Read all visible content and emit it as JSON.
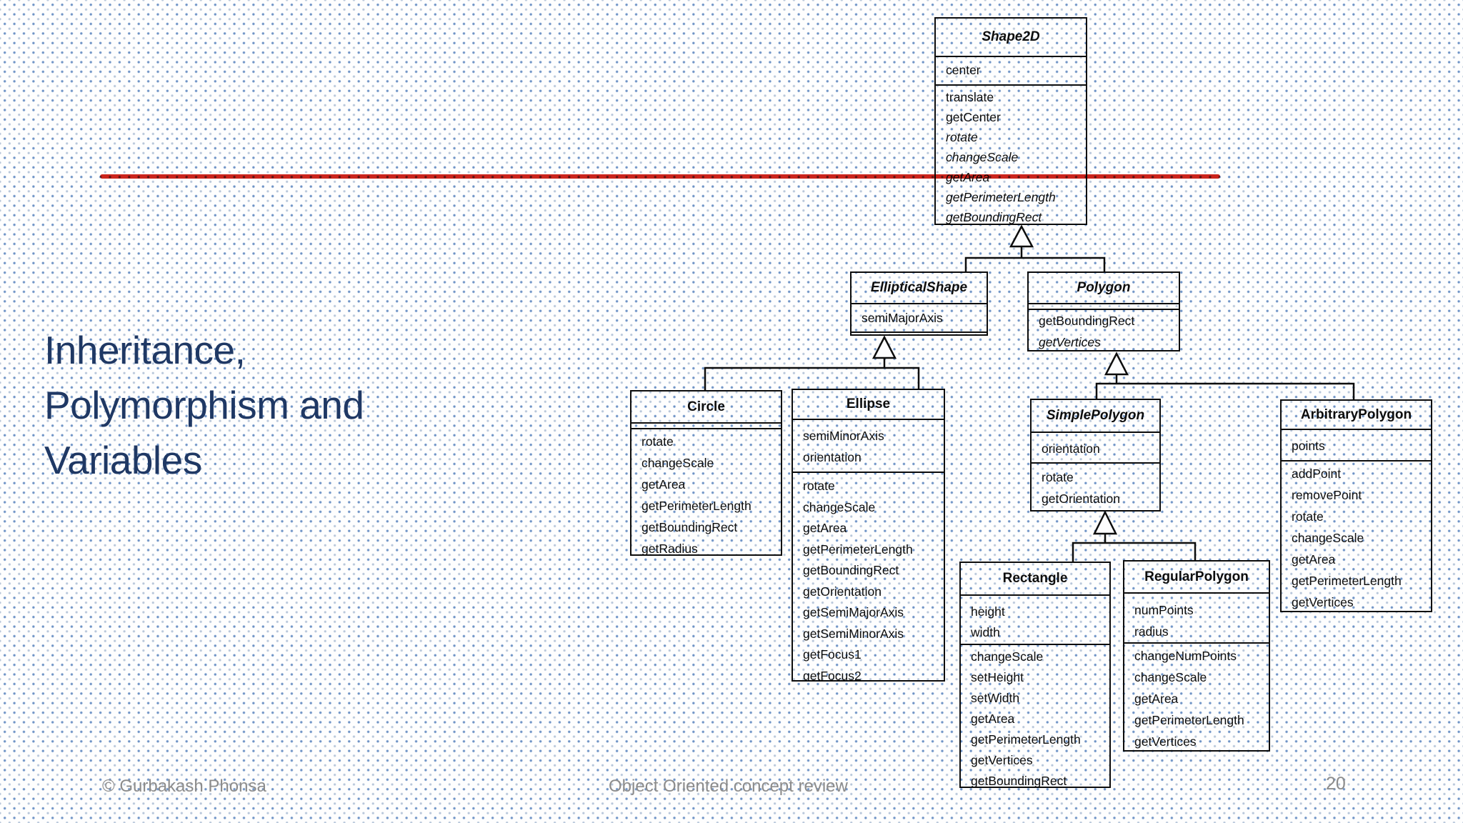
{
  "slide": {
    "title_lines": [
      "Inheritance,",
      "Polymorphism and",
      "Variables"
    ],
    "title_color": "#1f3864",
    "accent_red": "#cc241c",
    "footer_left": "© Gurbakash Phonsa",
    "footer_center": "Object Oriented concept review",
    "page_number": "20"
  },
  "diagram": {
    "classes": [
      {
        "id": "shape2d",
        "name": "Shape2D",
        "abstract": true,
        "attributes": [
          {
            "name": "center"
          }
        ],
        "methods": [
          {
            "name": "translate"
          },
          {
            "name": "getCenter"
          },
          {
            "name": "rotate",
            "abstract": true
          },
          {
            "name": "changeScale",
            "abstract": true
          },
          {
            "name": "getArea",
            "abstract": true
          },
          {
            "name": "getPerimeterLength",
            "abstract": true
          },
          {
            "name": "getBoundingRect",
            "abstract": true
          }
        ]
      },
      {
        "id": "ellipticalshape",
        "name": "EllipticalShape",
        "abstract": true,
        "attributes": [
          {
            "name": "semiMajorAxis"
          }
        ],
        "methods": []
      },
      {
        "id": "polygon",
        "name": "Polygon",
        "abstract": true,
        "attributes": [],
        "methods": [
          {
            "name": "getBoundingRect"
          },
          {
            "name": "getVertices",
            "abstract": true
          }
        ]
      },
      {
        "id": "circle",
        "name": "Circle",
        "abstract": false,
        "attributes": [],
        "methods": [
          {
            "name": "rotate"
          },
          {
            "name": "changeScale"
          },
          {
            "name": "getArea"
          },
          {
            "name": "getPerimeterLength"
          },
          {
            "name": "getBoundingRect"
          },
          {
            "name": "getRadius"
          }
        ]
      },
      {
        "id": "ellipse",
        "name": "Ellipse",
        "abstract": false,
        "attributes": [
          {
            "name": "semiMinorAxis"
          },
          {
            "name": "orientation"
          }
        ],
        "methods": [
          {
            "name": "rotate"
          },
          {
            "name": "changeScale"
          },
          {
            "name": "getArea"
          },
          {
            "name": "getPerimeterLength"
          },
          {
            "name": "getBoundingRect"
          },
          {
            "name": "getOrientation"
          },
          {
            "name": "getSemiMajorAxis"
          },
          {
            "name": "getSemiMinorAxis"
          },
          {
            "name": "getFocus1"
          },
          {
            "name": "getFocus2"
          }
        ]
      },
      {
        "id": "simplepolygon",
        "name": "SimplePolygon",
        "abstract": true,
        "attributes": [
          {
            "name": "orientation"
          }
        ],
        "methods": [
          {
            "name": "rotate"
          },
          {
            "name": "getOrientation"
          }
        ]
      },
      {
        "id": "arbitrarypolygon",
        "name": "ArbitraryPolygon",
        "abstract": false,
        "attributes": [
          {
            "name": "points"
          }
        ],
        "methods": [
          {
            "name": "addPoint"
          },
          {
            "name": "removePoint"
          },
          {
            "name": "rotate"
          },
          {
            "name": "changeScale"
          },
          {
            "name": "getArea"
          },
          {
            "name": "getPerimeterLength"
          },
          {
            "name": "getVertices"
          }
        ]
      },
      {
        "id": "rectangle",
        "name": "Rectangle",
        "abstract": false,
        "attributes": [
          {
            "name": "height"
          },
          {
            "name": "width"
          }
        ],
        "methods": [
          {
            "name": "changeScale"
          },
          {
            "name": "setHeight"
          },
          {
            "name": "setWidth"
          },
          {
            "name": "getArea"
          },
          {
            "name": "getPerimeterLength"
          },
          {
            "name": "getVertices"
          },
          {
            "name": "getBoundingRect"
          }
        ]
      },
      {
        "id": "regularpolygon",
        "name": "RegularPolygon",
        "abstract": false,
        "attributes": [
          {
            "name": "numPoints"
          },
          {
            "name": "radius"
          }
        ],
        "methods": [
          {
            "name": "changeNumPoints"
          },
          {
            "name": "changeScale"
          },
          {
            "name": "getArea"
          },
          {
            "name": "getPerimeterLength"
          },
          {
            "name": "getVertices"
          }
        ]
      }
    ]
  }
}
